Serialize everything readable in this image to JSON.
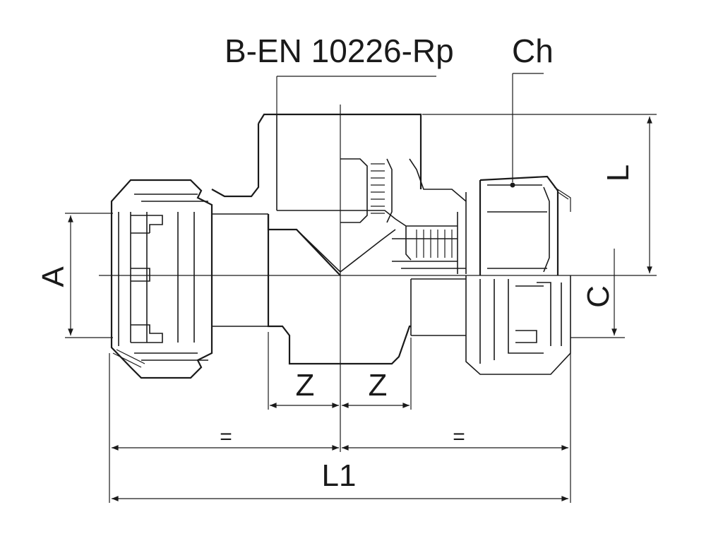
{
  "labels": {
    "thread_spec": "B-EN 10226-Rp",
    "hex_size": "Ch",
    "dim_a": "A",
    "dim_c": "C",
    "dim_l": "L",
    "dim_z_left": "Z",
    "dim_z_right": "Z",
    "equal_left": "=",
    "equal_right": "=",
    "dim_l1": "L1"
  },
  "colors": {
    "line": "#1a1a1a",
    "background": "#ffffff"
  }
}
